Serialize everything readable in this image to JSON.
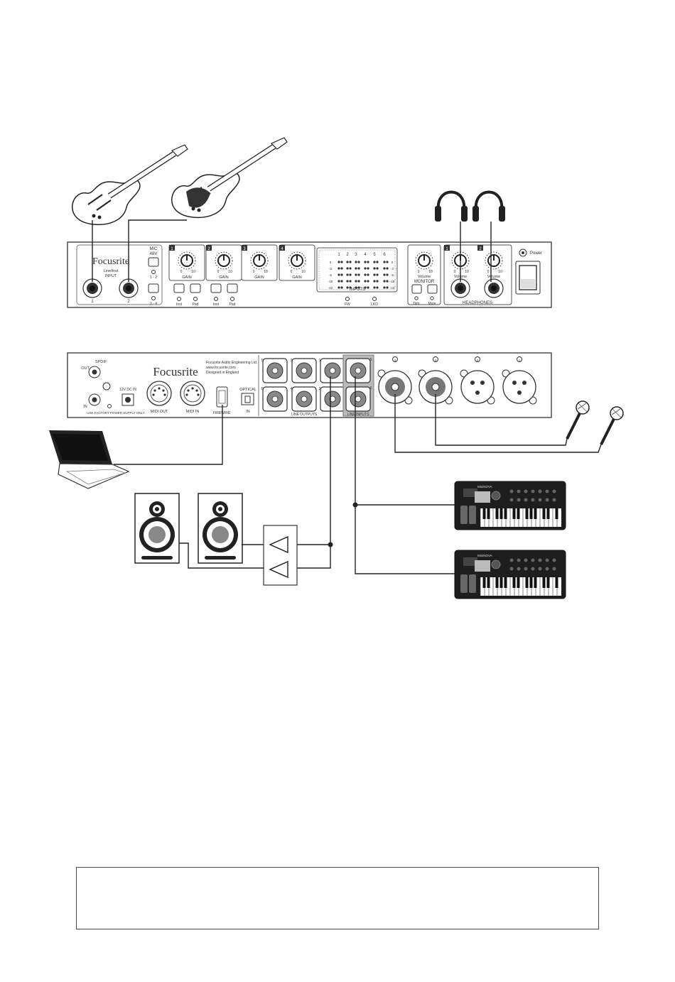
{
  "colors": {
    "line": "#333333",
    "panel": "#ffffff",
    "dark": "#1e1e1e",
    "knob": "#555555"
  },
  "front_panel": {
    "brand": "Focusrite",
    "input_label": "Line/Inst\nINPUT",
    "input_nums": [
      "1",
      "2"
    ],
    "mic_label": "MIC\n48V",
    "phantom_labels": [
      "1 - 2",
      "3 - 4"
    ],
    "gain_label": "GAIN",
    "channel_nums": [
      "1",
      "2",
      "3",
      "4"
    ],
    "scale_min": "0",
    "scale_max": "10",
    "inst_label": "Inst",
    "pad_label": "Pad",
    "meter_nums": [
      "1",
      "2",
      "3",
      "4",
      "5",
      "6"
    ],
    "meter_db": [
      "0",
      "-3",
      "-6",
      "-18",
      "-42"
    ],
    "inputs_label": "INPUTS",
    "fw_label": "FW",
    "lkd_label": "LKD",
    "volume_label": "Volume",
    "monitor_label": "MONITOR",
    "dim_label": "Dim",
    "mute_label": "Mute",
    "headphones_label": "HEADPHONES",
    "headphone_nums": [
      "1",
      "2"
    ],
    "power_label": "Power"
  },
  "rear_panel": {
    "company_lines": [
      "Focusrite Audio Engineering Ltd.",
      "www.focusrite.com",
      "Designed in England"
    ],
    "brand": "Focusrite",
    "spdif_label": "SPDIF",
    "spdif_out": "OUT",
    "spdif_in": "IN",
    "dc_label": "12V DC IN",
    "psu_label": "USE FACTORY POWER SUPPLY ONLY",
    "midi_out": "MIDI OUT",
    "midi_in": "MIDI IN",
    "firewire": "FIREWIRE",
    "optical": "OPTICAL",
    "optical_in": "IN",
    "line_outputs": "LINE OUTPUTS",
    "line_inputs": "LINE INPUTS",
    "out_nums_top": [
      "5",
      "3",
      "1"
    ],
    "out_nums_bottom": [
      "6",
      "4",
      "2"
    ],
    "in_nums": [
      "5",
      "6"
    ],
    "mic_nums": [
      "4",
      "3",
      "2",
      "1"
    ]
  },
  "synth": {
    "brand": "MiniNOVA"
  }
}
